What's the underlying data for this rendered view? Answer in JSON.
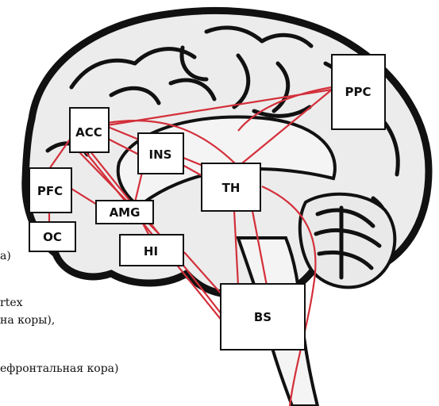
{
  "nodes": {
    "ppc": "PPC",
    "acc": "ACC",
    "ins": "INS",
    "th": "TH",
    "pfc": "PFC",
    "amg": "AMG",
    "oc": "OC",
    "hi": "HI",
    "bs": "BS"
  },
  "captions": [
    "a)",
    "rtex",
    "на коры),",
    "ефронтальная кора)"
  ],
  "colors": {
    "connection": "#d32f3a",
    "outline": "#111111",
    "brain_fill": "#ececec"
  }
}
